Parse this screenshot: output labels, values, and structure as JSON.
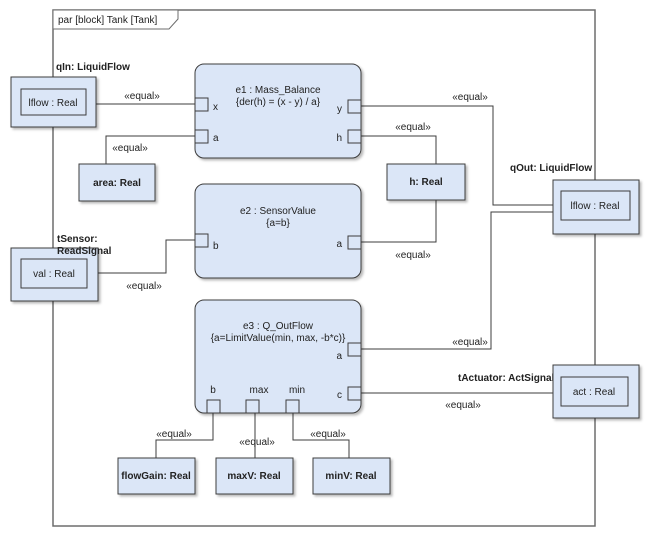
{
  "diagram": {
    "header": "par [block] Tank [Tank]",
    "constraint_blocks": {
      "e1": {
        "name": "e1 : Mass_Balance",
        "expr": "{der(h) = (x - y) / a}",
        "params": [
          "x",
          "a",
          "y",
          "h"
        ]
      },
      "e2": {
        "name": "e2 : SensorValue",
        "expr": "{a=b}",
        "params": [
          "b",
          "a"
        ]
      },
      "e3": {
        "name": "e3 : Q_OutFlow",
        "expr": "{a=LimitValue(min, max, -b*c)}",
        "params": [
          "a",
          "c",
          "b",
          "max",
          "min"
        ]
      }
    },
    "parts": {
      "qIn": {
        "label": "qIn: LiquidFlow",
        "inner": "lflow : Real"
      },
      "qOut": {
        "label": "qOut: LiquidFlow",
        "inner": "lflow : Real"
      },
      "tSensor": {
        "label_line1": "tSensor:",
        "label_line2": "ReadSignal",
        "inner": "val : Real"
      },
      "tActuator": {
        "label": "tActuator: ActSignal",
        "inner": "act : Real"
      }
    },
    "values": {
      "area": "area: Real",
      "h": "h: Real",
      "flowGain": "flowGain: Real",
      "maxV": "maxV: Real",
      "minV": "minV: Real"
    },
    "connector_label": "«equal»"
  }
}
